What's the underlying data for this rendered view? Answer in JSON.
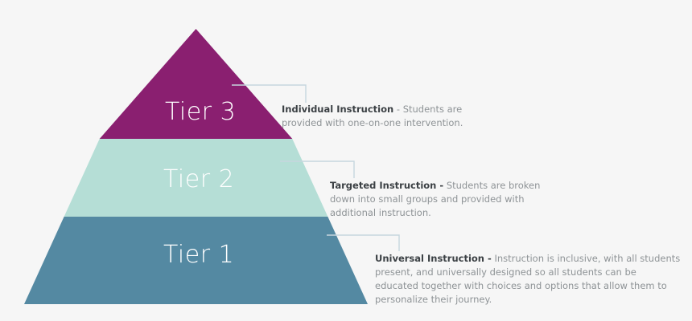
{
  "background_color": "#f6f6f6",
  "diagram": {
    "type": "tier-pyramid",
    "title_visible": false,
    "connector_color": "#c6d6de",
    "tiers": [
      {
        "id": "tier3",
        "label": "Tier 3",
        "color": "#8a1f70",
        "label_color": "#ffffff",
        "heading": "Individual Instruction",
        "separator": " - ",
        "separator_bold": false,
        "body": "Students are provided with one-on-one intervention."
      },
      {
        "id": "tier2",
        "label": "Tier 2",
        "color": "#b5ded6",
        "label_color": "#ffffff",
        "heading": "Targeted Instruction -",
        "separator": " ",
        "separator_bold": true,
        "body": "Students are broken down into small groups and provided with additional instruction."
      },
      {
        "id": "tier1",
        "label": "Tier 1",
        "color": "#5489a2",
        "label_color": "#ffffff",
        "heading": "Universal Instruction -",
        "separator": " ",
        "separator_bold": true,
        "body": "Instruction is inclusive, with all students present, and universally designed so all students can be educated together with choices and options that allow them to personalize their journey."
      }
    ]
  }
}
